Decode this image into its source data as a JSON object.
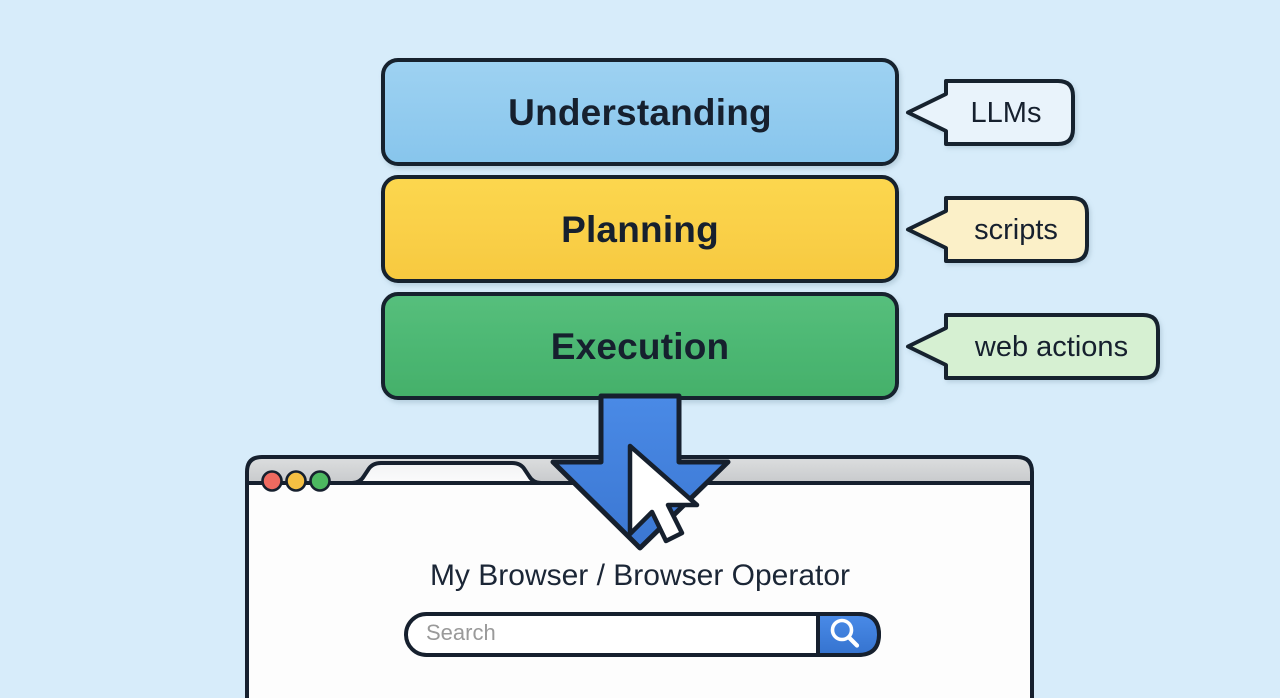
{
  "background_color": "#d7ecfa",
  "ink_color": "#16202e",
  "diagram": {
    "title_semantic": "browser-operator-layers",
    "layers": [
      {
        "id": "understanding",
        "label": "Understanding",
        "fill": "#8ecaee",
        "callout": {
          "label": "LLMs",
          "fill": "#e8f2fb"
        }
      },
      {
        "id": "planning",
        "label": "Planning",
        "fill": "#fcd councils"
      },
      {
        "id": "execution",
        "label": "Execution",
        "fill": "#4cb872"
      }
    ],
    "layer_fills": {
      "understanding": "#8ecaee",
      "planning": "#fbd24e",
      "execution": "#4cb872"
    },
    "callouts": [
      {
        "id": "llms",
        "label": "LLMs",
        "fill": "#e9f3fb"
      },
      {
        "id": "scripts",
        "label": "scripts",
        "fill": "#fbf0c8"
      },
      {
        "id": "web-actions",
        "label": "web actions",
        "fill": "#d6f0d2"
      }
    ],
    "arrow": {
      "id": "down-arrow",
      "direction": "down",
      "fill": "#4080dd"
    },
    "cursor": {
      "id": "mouse-cursor",
      "fill": "#ffffff"
    }
  },
  "browser": {
    "title": "My Browser / Browser Operator",
    "traffic_lights": [
      {
        "name": "close",
        "color": "#ef6a60"
      },
      {
        "name": "minimize",
        "color": "#f5c043"
      },
      {
        "name": "maximize",
        "color": "#4cb860"
      }
    ],
    "tab": {
      "label": ""
    },
    "chrome_fill": "#d0d2d4",
    "page_fill": "#fdfdfd",
    "search": {
      "placeholder": "Search",
      "value": "",
      "button_color": "#3d7fdc",
      "button_icon": "search-icon"
    }
  }
}
